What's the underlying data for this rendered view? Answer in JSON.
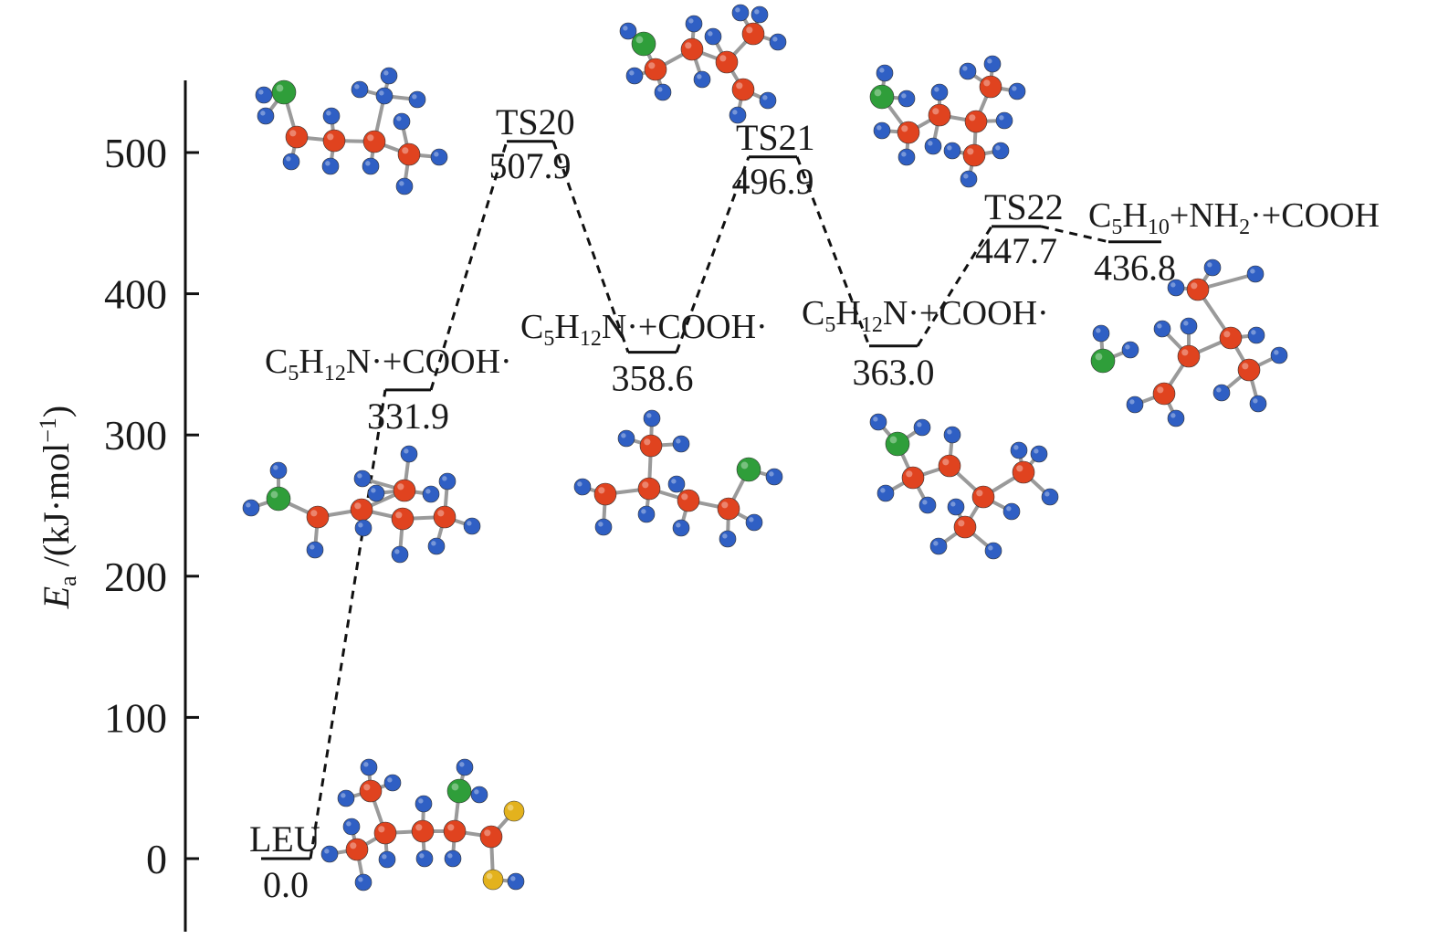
{
  "axis": {
    "title_symbol": "E",
    "title_subscript": "a",
    "title_unit_prefix": " /(kJ·mol",
    "title_unit_sup": "−1",
    "title_unit_suffix": ")",
    "range": [
      -50,
      550
    ],
    "ticks": [
      {
        "value": 0,
        "label": "0"
      },
      {
        "value": 100,
        "label": "100"
      },
      {
        "value": 200,
        "label": "200"
      },
      {
        "value": 300,
        "label": "300"
      },
      {
        "value": 400,
        "label": "400"
      },
      {
        "value": 500,
        "label": "500"
      }
    ]
  },
  "states": [
    {
      "id": "LEU",
      "name": "LEU",
      "energy": 0.0,
      "energy_label": "0.0"
    },
    {
      "id": "INT1",
      "name": "",
      "energy": 331.9,
      "energy_label": "331.9"
    },
    {
      "id": "TS20",
      "name": "TS20",
      "energy": 507.9,
      "energy_label": "507.9"
    },
    {
      "id": "INT2",
      "name": "",
      "energy": 358.6,
      "energy_label": "358.6"
    },
    {
      "id": "TS21",
      "name": "TS21",
      "energy": 496.9,
      "energy_label": "496.9"
    },
    {
      "id": "INT3",
      "name": "",
      "energy": 363.0,
      "energy_label": "363.0"
    },
    {
      "id": "TS22",
      "name": "TS22",
      "energy": 447.7,
      "energy_label": "447.7"
    },
    {
      "id": "P",
      "name": "",
      "energy": 436.8,
      "energy_label": "436.8"
    }
  ],
  "formulas": {
    "int": {
      "p1": "C",
      "s1": "5",
      "p2": "H",
      "s2": "12",
      "p3": "N·+COOH·"
    },
    "product": {
      "p1": "C",
      "s1": "5",
      "p2": "H",
      "s2": "10",
      "p3": "+NH",
      "s3": "2",
      "p4": "·+COOH"
    }
  },
  "colors": {
    "carbon": "#e0431f",
    "hydrogen": "#2f5fc4",
    "nitrogen": "#2f9e3a",
    "oxygen": "#e3b21d",
    "line": "#111111"
  }
}
